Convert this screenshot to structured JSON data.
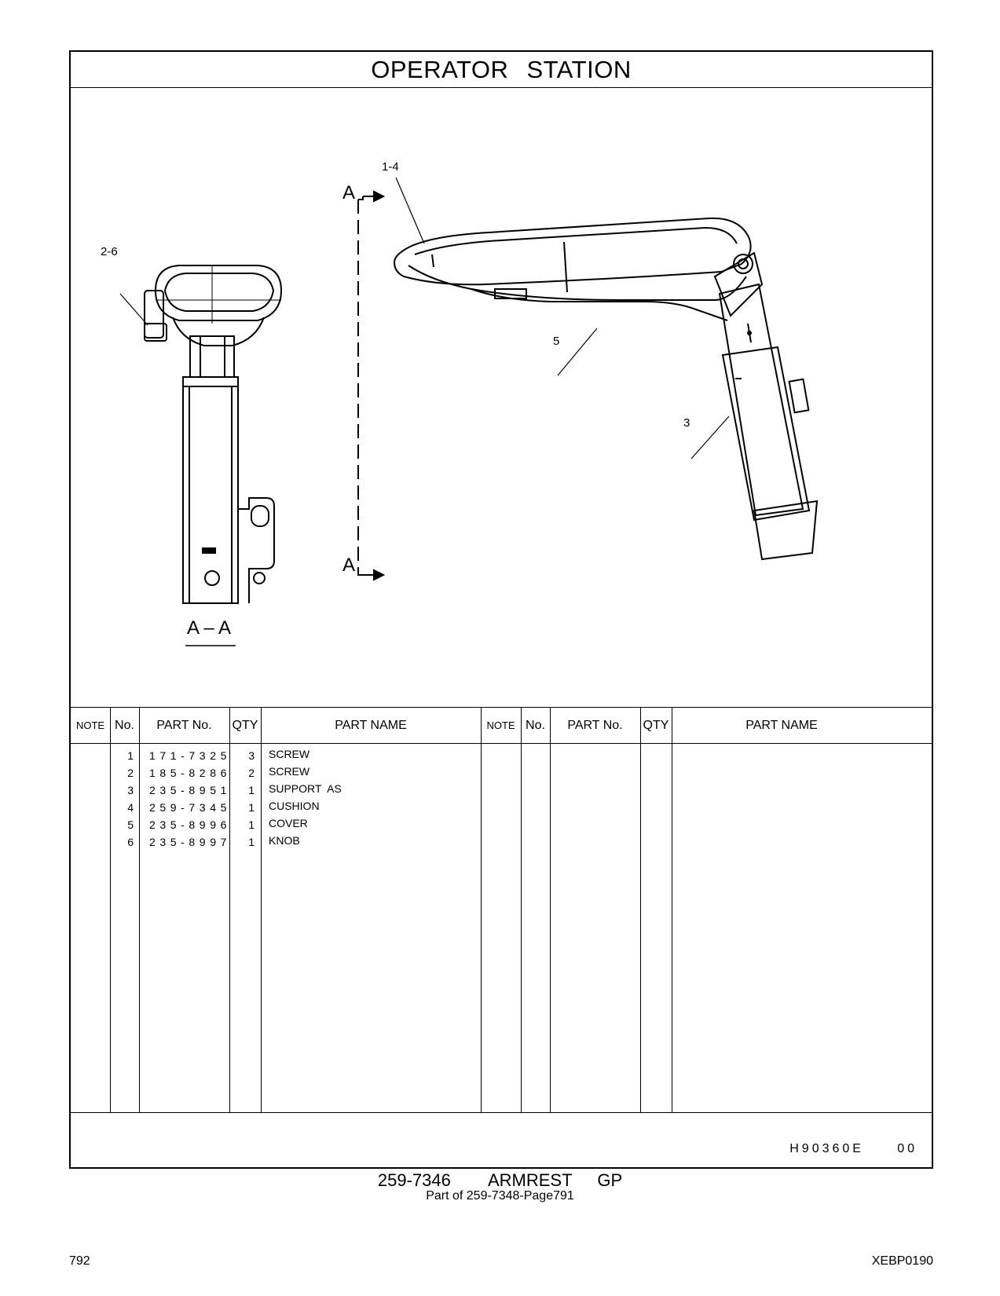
{
  "header": {
    "title": "OPERATOR   STATION"
  },
  "drawing": {
    "callouts": [
      "1-4",
      "2-6",
      "5",
      "3"
    ],
    "section_marks": [
      "A",
      "A"
    ],
    "section_label": "A – A"
  },
  "table": {
    "headers": {
      "note": "NOTE",
      "no": "No.",
      "part_no": "PART No.",
      "qty": "QTY",
      "part_name": "PART NAME"
    },
    "rows": [
      {
        "no": "1",
        "part_no": "171-7325",
        "qty": "3",
        "part_name": "SCREW"
      },
      {
        "no": "2",
        "part_no": "185-8286",
        "qty": "2",
        "part_name": "SCREW"
      },
      {
        "no": "3",
        "part_no": "235-8951",
        "qty": "1",
        "part_name": "SUPPORT  AS"
      },
      {
        "no": "4",
        "part_no": "259-7345",
        "qty": "1",
        "part_name": "CUSHION"
      },
      {
        "no": "5",
        "part_no": "235-8996",
        "qty": "1",
        "part_name": "COVER"
      },
      {
        "no": "6",
        "part_no": "235-8997",
        "qty": "1",
        "part_name": "KNOB"
      }
    ]
  },
  "illustration_code": "H90360E     00",
  "footer": {
    "group_title": "259-7346   ARMREST  GP",
    "group_sub": "Part of 259-7348-Page791",
    "page_number": "792",
    "doc_code": "XEBP0190"
  }
}
